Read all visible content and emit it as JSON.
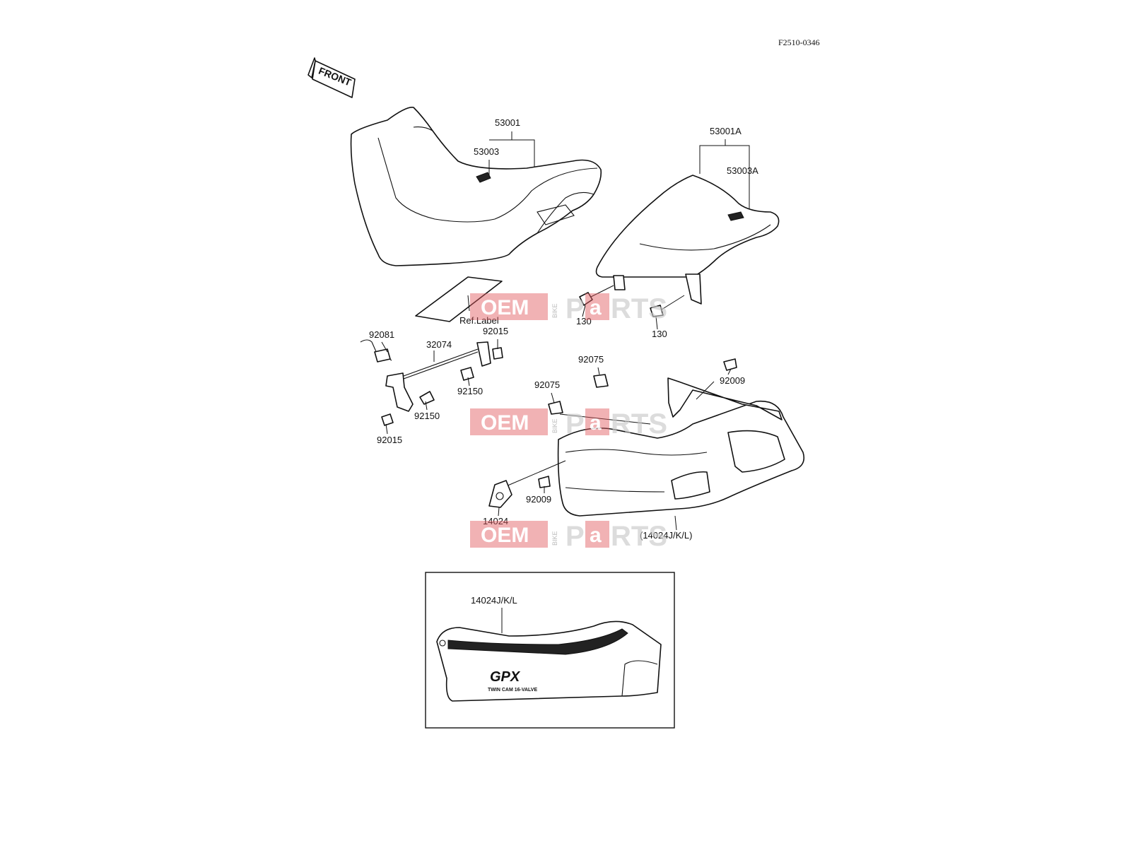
{
  "diagram_ref": "F2510-0346",
  "front_arrow_label": "FRONT",
  "labels": {
    "p53001": "53001",
    "p53003": "53003",
    "p53001A": "53001A",
    "p53003A": "53003A",
    "ref_label": "Ref.Label",
    "p130_a": "130",
    "p130_b": "130",
    "p92081": "92081",
    "p32074": "32074",
    "p92015_top": "92015",
    "p92015_bottom": "92015",
    "p92150_a": "92150",
    "p92150_b": "92150",
    "p92075_a": "92075",
    "p92075_b": "92075",
    "p92009_a": "92009",
    "p92009_b": "92009",
    "p14024": "14024",
    "p14024JKL_paren": "(14024J/K/L)",
    "inset_label": "14024J/K/L"
  },
  "decal": {
    "logo": "GPX",
    "tagline": "TWIN CAM 16-VALVE"
  },
  "watermark": {
    "oem": "OEM",
    "bike": "BIKE",
    "parts_p": "P",
    "parts_a": "a",
    "parts_rest": "RTS",
    "color": "#e05a5e"
  }
}
